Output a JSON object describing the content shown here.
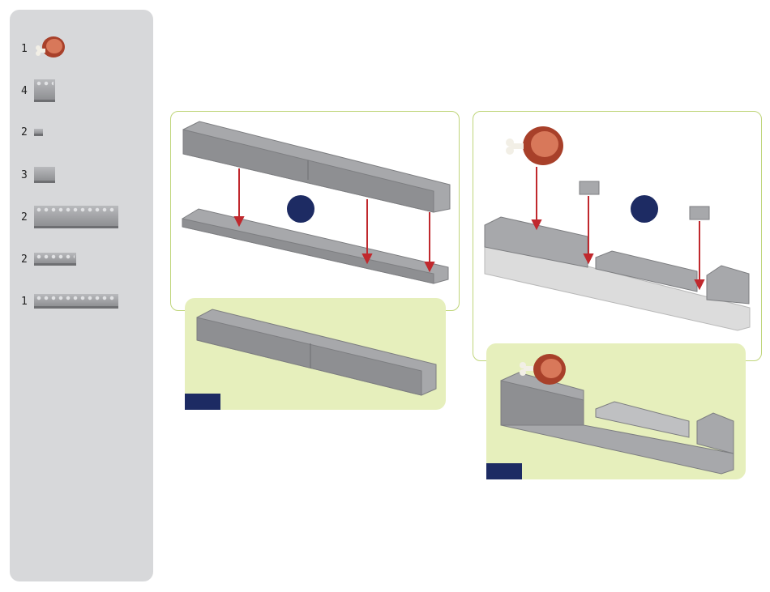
{
  "parts": [
    {
      "qty": "1",
      "icon": "ham-icon"
    },
    {
      "qty": "4",
      "icon": "brick-2x2-icon"
    },
    {
      "qty": "2",
      "icon": "tile-1x1-icon"
    },
    {
      "qty": "3",
      "icon": "tile-2x2-icon"
    },
    {
      "qty": "2",
      "icon": "brick-1x10-icon"
    },
    {
      "qty": "2",
      "icon": "plate-2x6-icon"
    },
    {
      "qty": "1",
      "icon": "plate-2x10-icon"
    }
  ],
  "colors": {
    "panel": "#d7d8da",
    "frame_border": "#bfd57a",
    "result_bg": "#e6efbc",
    "step_marker": "#1d2b63",
    "arrow": "#c0282d",
    "brick": "#a7a8ab",
    "ham": "#a8402a"
  }
}
